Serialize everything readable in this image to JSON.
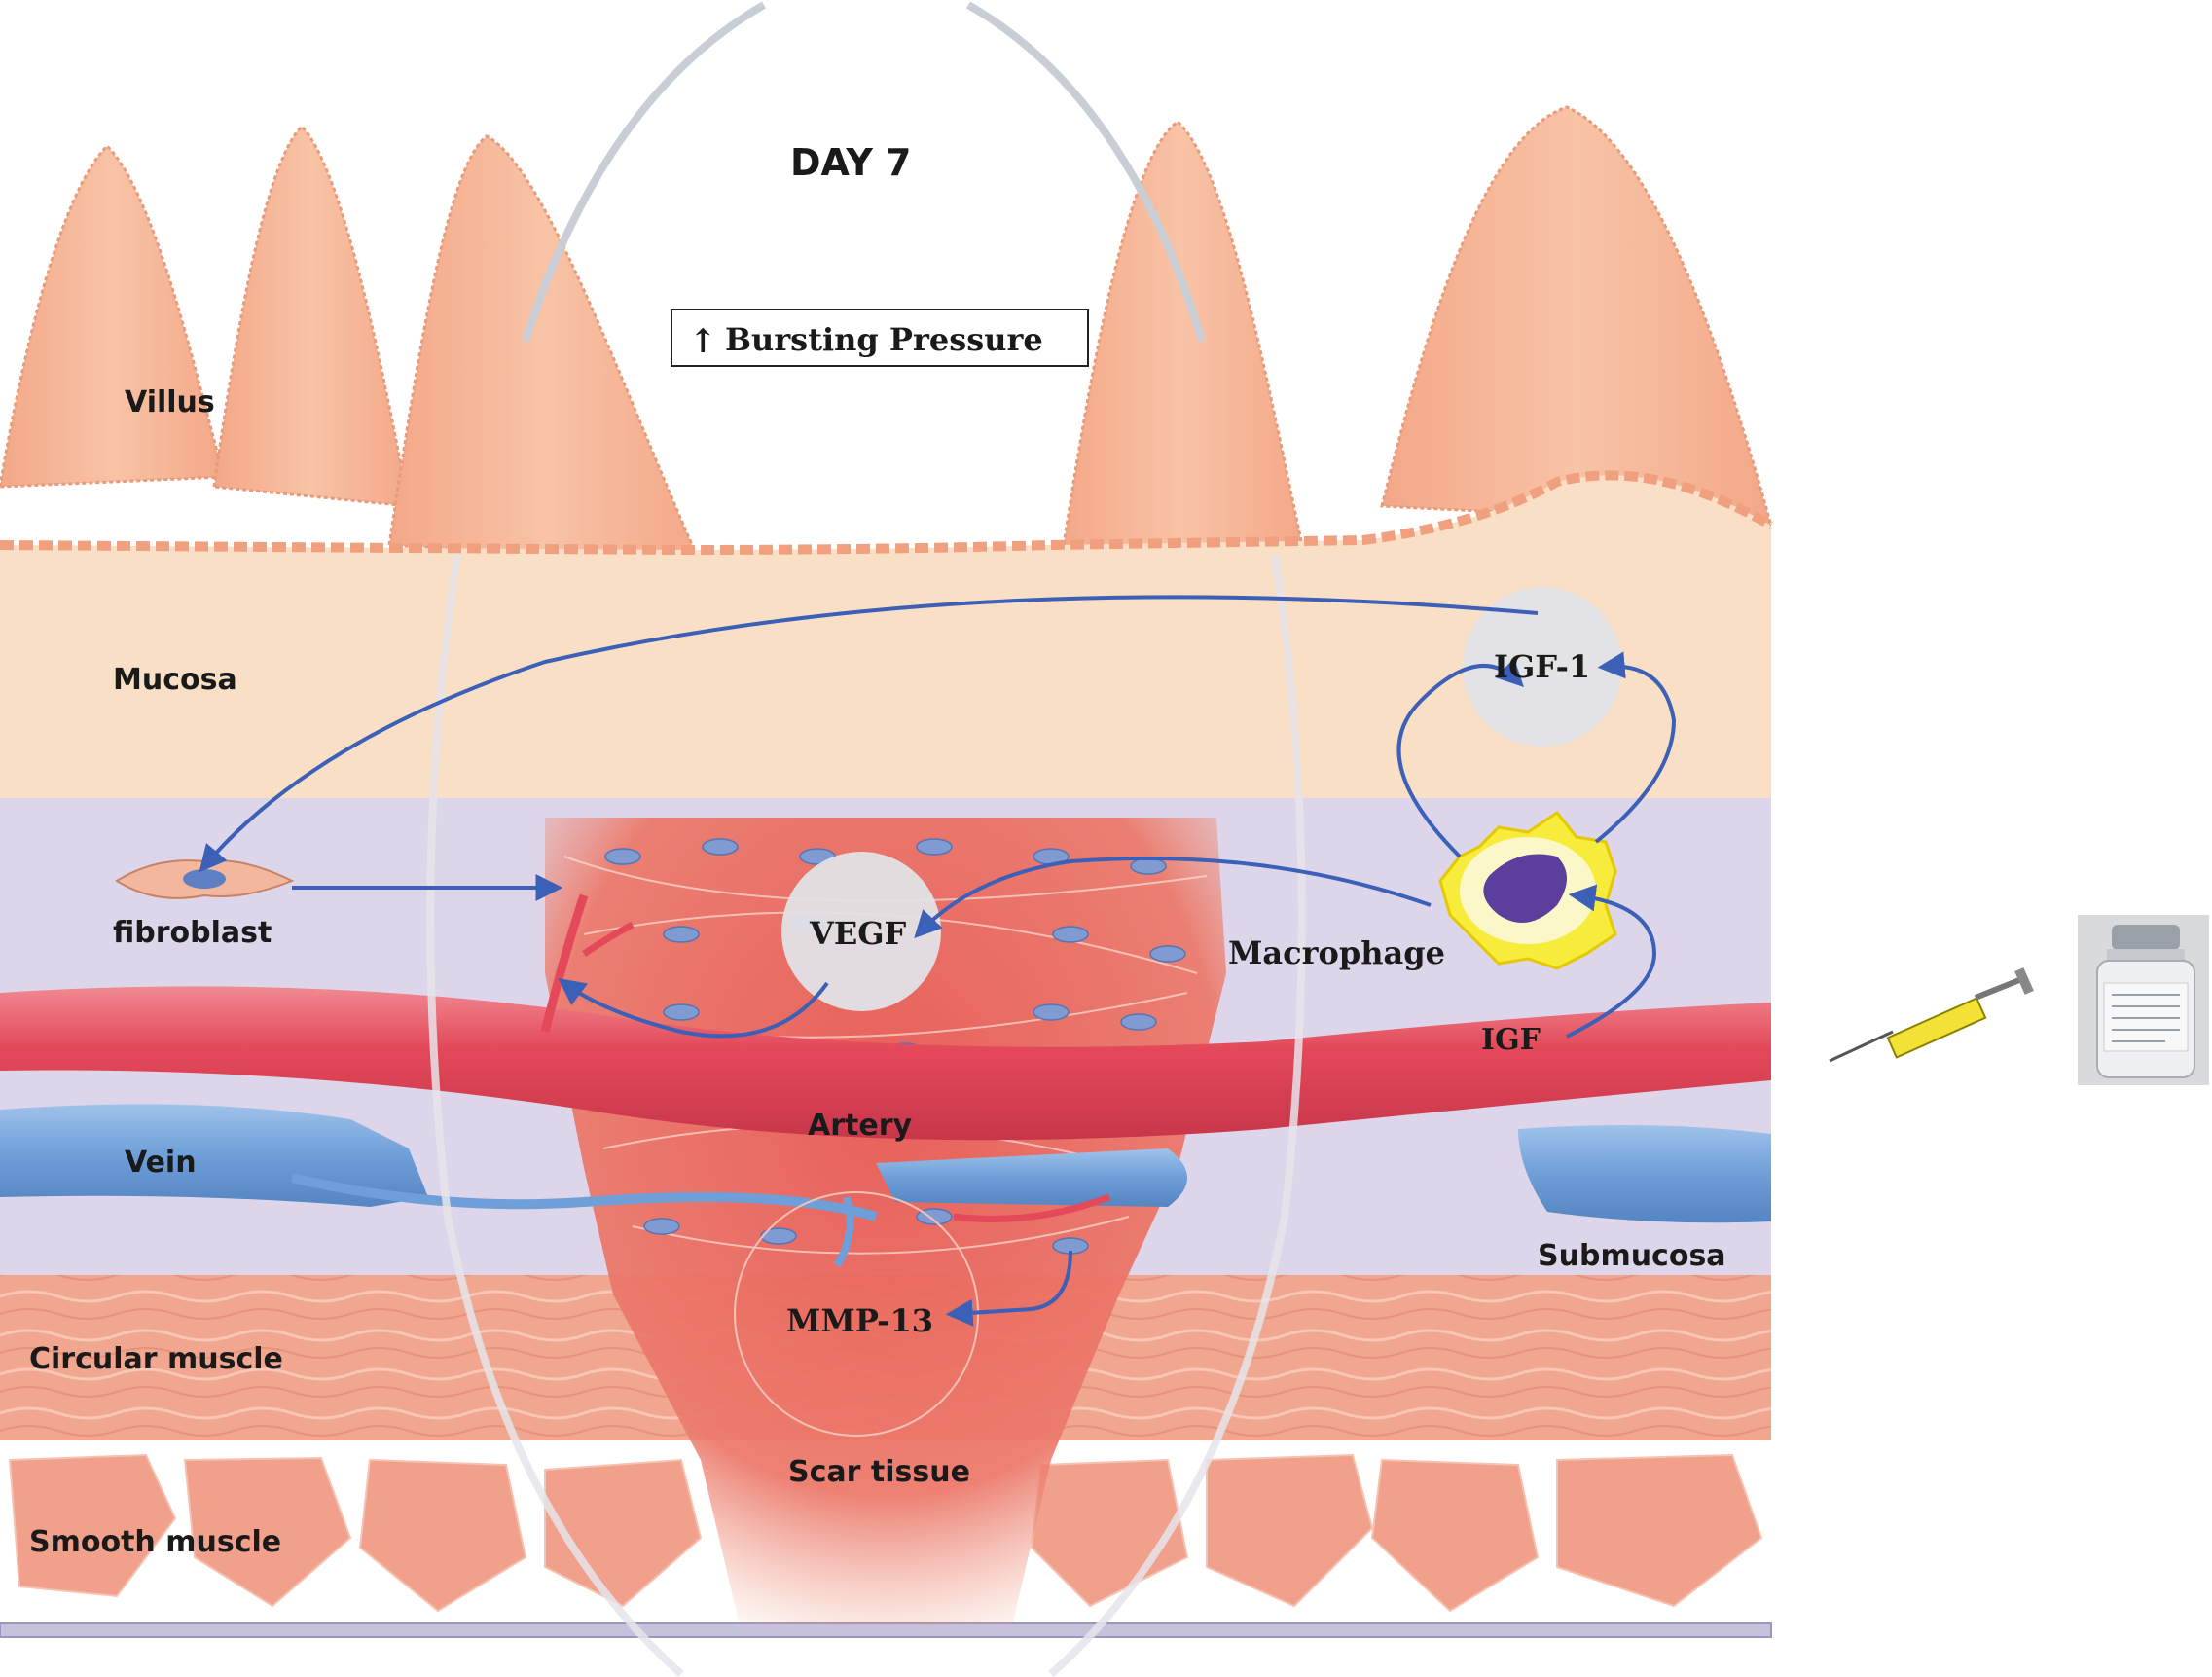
{
  "diagram": {
    "title": "DAY 7",
    "bursting_pressure": {
      "arrow": "↑",
      "text": "Bursting Pressure"
    },
    "layers": {
      "villus": "Villus",
      "mucosa": "Mucosa",
      "submucosa": "Submucosa",
      "circular_muscle": "Circular muscle",
      "smooth_muscle": "Smooth muscle"
    },
    "structures": {
      "artery": "Artery",
      "vein": "Vein",
      "scar_tissue": "Scar tissue"
    },
    "cells": {
      "fibroblast": "fibroblast",
      "macrophage": "Macrophage"
    },
    "factors": {
      "igf1": "IGF-1",
      "vegf": "VEGF",
      "igf": "IGF",
      "mmp13": "MMP-13"
    },
    "colors": {
      "villus": "#f6b899",
      "mucosa": "#f9dfc5",
      "submucosa": "#ddd5e9",
      "artery": "#e4495a",
      "vein": "#6e9fd8",
      "muscle": "#f1a68f",
      "scar": "#e9675f",
      "arrow": "#3c5fb8",
      "macrophage": "#f7ec3b"
    },
    "icons": [
      "syringe-icon",
      "vial-icon"
    ]
  }
}
